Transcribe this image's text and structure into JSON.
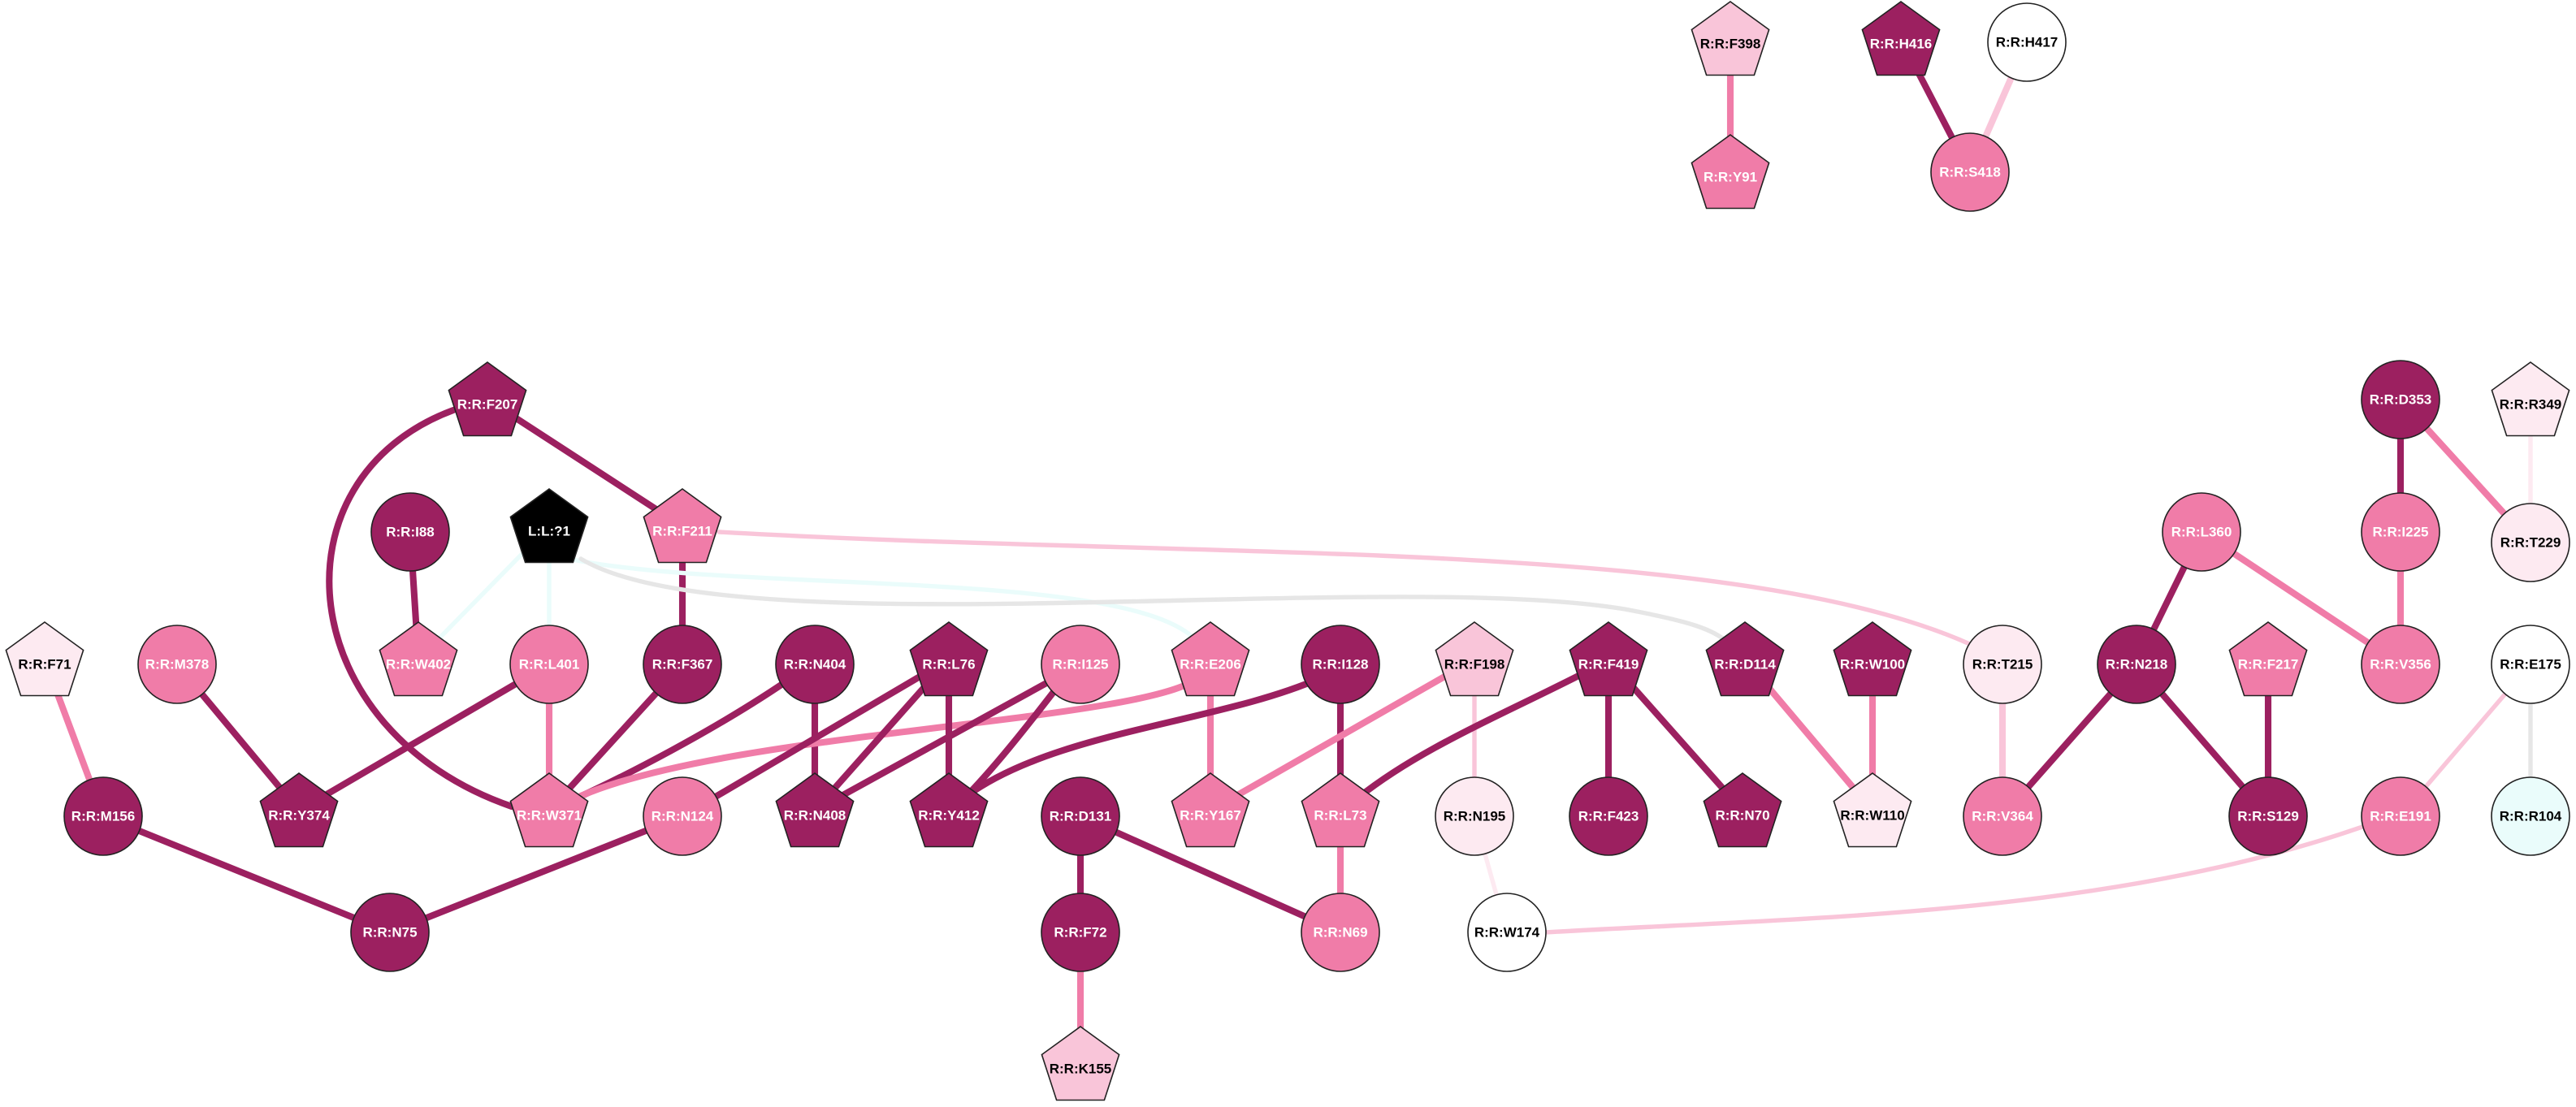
{
  "colors": {
    "dark": "#9c2060",
    "mid": "#f07ca8",
    "light": "#f9c5d9",
    "pale": "#fdeaf1",
    "white": "#ffffff",
    "cyan": "#eafcfb",
    "black": "#000000",
    "gray": "#e6e6e6"
  },
  "nodes": [
    {
      "id": "F398",
      "label": "R:R:F398",
      "shape": "pentagon",
      "color": "light"
    },
    {
      "id": "H416",
      "label": "R:R:H416",
      "shape": "pentagon",
      "color": "dark"
    },
    {
      "id": "H417",
      "label": "R:R:H417",
      "shape": "circle",
      "color": "white"
    },
    {
      "id": "Y91",
      "label": "R:R:Y91",
      "shape": "pentagon",
      "color": "mid"
    },
    {
      "id": "S418",
      "label": "R:R:S418",
      "shape": "circle",
      "color": "mid"
    },
    {
      "id": "F207",
      "label": "R:R:F207",
      "shape": "pentagon",
      "color": "dark"
    },
    {
      "id": "D353",
      "label": "R:R:D353",
      "shape": "circle",
      "color": "dark"
    },
    {
      "id": "R349",
      "label": "R:R:R349",
      "shape": "pentagon",
      "color": "pale"
    },
    {
      "id": "I88",
      "label": "R:R:I88",
      "shape": "circle",
      "color": "dark"
    },
    {
      "id": "L71",
      "label": "L:L:?1",
      "shape": "pentagon",
      "color": "black"
    },
    {
      "id": "F211",
      "label": "R:R:F211",
      "shape": "pentagon",
      "color": "mid"
    },
    {
      "id": "L360",
      "label": "R:R:L360",
      "shape": "circle",
      "color": "mid"
    },
    {
      "id": "I225",
      "label": "R:R:I225",
      "shape": "circle",
      "color": "mid"
    },
    {
      "id": "T229",
      "label": "R:R:T229",
      "shape": "circle",
      "color": "pale"
    },
    {
      "id": "F71",
      "label": "R:R:F71",
      "shape": "pentagon",
      "color": "pale"
    },
    {
      "id": "M378",
      "label": "R:R:M378",
      "shape": "circle",
      "color": "mid"
    },
    {
      "id": "W402",
      "label": "R:R:W402",
      "shape": "pentagon",
      "color": "mid"
    },
    {
      "id": "L401",
      "label": "R:R:L401",
      "shape": "circle",
      "color": "mid"
    },
    {
      "id": "F367",
      "label": "R:R:F367",
      "shape": "circle",
      "color": "dark"
    },
    {
      "id": "N404",
      "label": "R:R:N404",
      "shape": "circle",
      "color": "dark"
    },
    {
      "id": "L76",
      "label": "R:R:L76",
      "shape": "pentagon",
      "color": "dark"
    },
    {
      "id": "I125",
      "label": "R:R:I125",
      "shape": "circle",
      "color": "mid"
    },
    {
      "id": "E206",
      "label": "R:R:E206",
      "shape": "pentagon",
      "color": "mid"
    },
    {
      "id": "I128",
      "label": "R:R:I128",
      "shape": "circle",
      "color": "dark"
    },
    {
      "id": "F198",
      "label": "R:R:F198",
      "shape": "pentagon",
      "color": "light"
    },
    {
      "id": "F419",
      "label": "R:R:F419",
      "shape": "pentagon",
      "color": "dark"
    },
    {
      "id": "D114",
      "label": "R:R:D114",
      "shape": "pentagon",
      "color": "dark"
    },
    {
      "id": "W100",
      "label": "R:R:W100",
      "shape": "pentagon",
      "color": "dark"
    },
    {
      "id": "T215",
      "label": "R:R:T215",
      "shape": "circle",
      "color": "pale"
    },
    {
      "id": "N218",
      "label": "R:R:N218",
      "shape": "circle",
      "color": "dark"
    },
    {
      "id": "F217",
      "label": "R:R:F217",
      "shape": "pentagon",
      "color": "mid"
    },
    {
      "id": "V356",
      "label": "R:R:V356",
      "shape": "circle",
      "color": "mid"
    },
    {
      "id": "E175",
      "label": "R:R:E175",
      "shape": "circle",
      "color": "white"
    },
    {
      "id": "M156",
      "label": "R:R:M156",
      "shape": "circle",
      "color": "dark"
    },
    {
      "id": "Y374",
      "label": "R:R:Y374",
      "shape": "pentagon",
      "color": "dark"
    },
    {
      "id": "W371",
      "label": "R:R:W371",
      "shape": "pentagon",
      "color": "mid"
    },
    {
      "id": "N124",
      "label": "R:R:N124",
      "shape": "circle",
      "color": "mid"
    },
    {
      "id": "N408",
      "label": "R:R:N408",
      "shape": "pentagon",
      "color": "dark"
    },
    {
      "id": "Y412",
      "label": "R:R:Y412",
      "shape": "pentagon",
      "color": "dark"
    },
    {
      "id": "D131",
      "label": "R:R:D131",
      "shape": "circle",
      "color": "dark"
    },
    {
      "id": "Y167",
      "label": "R:R:Y167",
      "shape": "pentagon",
      "color": "mid"
    },
    {
      "id": "L73",
      "label": "R:R:L73",
      "shape": "pentagon",
      "color": "mid"
    },
    {
      "id": "N195",
      "label": "R:R:N195",
      "shape": "circle",
      "color": "pale"
    },
    {
      "id": "F423",
      "label": "R:R:F423",
      "shape": "circle",
      "color": "dark"
    },
    {
      "id": "N70",
      "label": "R:R:N70",
      "shape": "pentagon",
      "color": "dark"
    },
    {
      "id": "W110",
      "label": "R:R:W110",
      "shape": "pentagon",
      "color": "pale"
    },
    {
      "id": "V364",
      "label": "R:R:V364",
      "shape": "circle",
      "color": "mid"
    },
    {
      "id": "S129",
      "label": "R:R:S129",
      "shape": "circle",
      "color": "dark"
    },
    {
      "id": "E191",
      "label": "R:R:E191",
      "shape": "circle",
      "color": "mid"
    },
    {
      "id": "R104",
      "label": "R:R:R104",
      "shape": "circle",
      "color": "cyan"
    },
    {
      "id": "N75",
      "label": "R:R:N75",
      "shape": "circle",
      "color": "dark"
    },
    {
      "id": "F72",
      "label": "R:R:F72",
      "shape": "circle",
      "color": "dark"
    },
    {
      "id": "N69",
      "label": "R:R:N69",
      "shape": "circle",
      "color": "mid"
    },
    {
      "id": "W174",
      "label": "R:R:W174",
      "shape": "circle",
      "color": "white"
    },
    {
      "id": "K155",
      "label": "R:R:K155",
      "shape": "pentagon",
      "color": "light"
    }
  ],
  "edges": [
    {
      "source": "F398",
      "target": "Y91",
      "color": "mid",
      "weight": 3
    },
    {
      "source": "H416",
      "target": "S418",
      "color": "dark",
      "weight": 3
    },
    {
      "source": "H417",
      "target": "S418",
      "color": "light",
      "weight": 3
    },
    {
      "source": "F207",
      "target": "F211",
      "color": "dark",
      "weight": 3
    },
    {
      "source": "F207",
      "target": "W371",
      "color": "dark",
      "weight": 3
    },
    {
      "source": "F211",
      "target": "F367",
      "color": "dark",
      "weight": 3
    },
    {
      "source": "F211",
      "target": "T215",
      "color": "light",
      "weight": 2
    },
    {
      "source": "L71",
      "target": "W402",
      "color": "cyan",
      "weight": 2
    },
    {
      "source": "L71",
      "target": "L401",
      "color": "cyan",
      "weight": 2
    },
    {
      "source": "L71",
      "target": "E206",
      "color": "cyan",
      "weight": 2
    },
    {
      "source": "L71",
      "target": "D114",
      "color": "gray",
      "weight": 2
    },
    {
      "source": "I88",
      "target": "W402",
      "color": "dark",
      "weight": 3
    },
    {
      "source": "D353",
      "target": "I225",
      "color": "dark",
      "weight": 3
    },
    {
      "source": "D353",
      "target": "T229",
      "color": "mid",
      "weight": 3
    },
    {
      "source": "R349",
      "target": "T229",
      "color": "pale",
      "weight": 2
    },
    {
      "source": "I225",
      "target": "V356",
      "color": "mid",
      "weight": 3
    },
    {
      "source": "L360",
      "target": "N218",
      "color": "dark",
      "weight": 3
    },
    {
      "source": "L360",
      "target": "V356",
      "color": "mid",
      "weight": 3
    },
    {
      "source": "F71",
      "target": "M156",
      "color": "mid",
      "weight": 3
    },
    {
      "source": "M378",
      "target": "Y374",
      "color": "dark",
      "weight": 3
    },
    {
      "source": "L401",
      "target": "Y374",
      "color": "dark",
      "weight": 3
    },
    {
      "source": "L401",
      "target": "W371",
      "color": "mid",
      "weight": 3
    },
    {
      "source": "F367",
      "target": "W371",
      "color": "dark",
      "weight": 3
    },
    {
      "source": "N404",
      "target": "W371",
      "color": "dark",
      "weight": 3
    },
    {
      "source": "N404",
      "target": "N408",
      "color": "dark",
      "weight": 3
    },
    {
      "source": "E206",
      "target": "W371",
      "color": "mid",
      "weight": 3
    },
    {
      "source": "E206",
      "target": "Y167",
      "color": "mid",
      "weight": 3
    },
    {
      "source": "L76",
      "target": "N124",
      "color": "dark",
      "weight": 3
    },
    {
      "source": "L76",
      "target": "N408",
      "color": "dark",
      "weight": 3
    },
    {
      "source": "L76",
      "target": "Y412",
      "color": "dark",
      "weight": 3
    },
    {
      "source": "I125",
      "target": "N408",
      "color": "dark",
      "weight": 3
    },
    {
      "source": "I125",
      "target": "Y412",
      "color": "dark",
      "weight": 3
    },
    {
      "source": "I128",
      "target": "Y412",
      "color": "dark",
      "weight": 3
    },
    {
      "source": "I128",
      "target": "L73",
      "color": "dark",
      "weight": 3
    },
    {
      "source": "F198",
      "target": "Y167",
      "color": "mid",
      "weight": 3
    },
    {
      "source": "F198",
      "target": "N195",
      "color": "light",
      "weight": 2
    },
    {
      "source": "F419",
      "target": "L73",
      "color": "dark",
      "weight": 3
    },
    {
      "source": "F419",
      "target": "F423",
      "color": "dark",
      "weight": 3
    },
    {
      "source": "F419",
      "target": "N70",
      "color": "dark",
      "weight": 3
    },
    {
      "source": "D114",
      "target": "W110",
      "color": "mid",
      "weight": 3
    },
    {
      "source": "W100",
      "target": "W110",
      "color": "mid",
      "weight": 3
    },
    {
      "source": "T215",
      "target": "V364",
      "color": "light",
      "weight": 3
    },
    {
      "source": "N218",
      "target": "V364",
      "color": "dark",
      "weight": 3
    },
    {
      "source": "N218",
      "target": "S129",
      "color": "dark",
      "weight": 3
    },
    {
      "source": "F217",
      "target": "S129",
      "color": "dark",
      "weight": 3
    },
    {
      "source": "E175",
      "target": "E191",
      "color": "light",
      "weight": 2
    },
    {
      "source": "E175",
      "target": "R104",
      "color": "gray",
      "weight": 2
    },
    {
      "source": "M156",
      "target": "N75",
      "color": "dark",
      "weight": 3
    },
    {
      "source": "N124",
      "target": "N75",
      "color": "dark",
      "weight": 3
    },
    {
      "source": "D131",
      "target": "F72",
      "color": "dark",
      "weight": 3
    },
    {
      "source": "D131",
      "target": "N69",
      "color": "dark",
      "weight": 3
    },
    {
      "source": "L73",
      "target": "N69",
      "color": "mid",
      "weight": 3
    },
    {
      "source": "N195",
      "target": "W174",
      "color": "pale",
      "weight": 2
    },
    {
      "source": "F72",
      "target": "K155",
      "color": "mid",
      "weight": 3
    },
    {
      "source": "E191",
      "target": "W174",
      "color": "light",
      "weight": 2
    }
  ]
}
